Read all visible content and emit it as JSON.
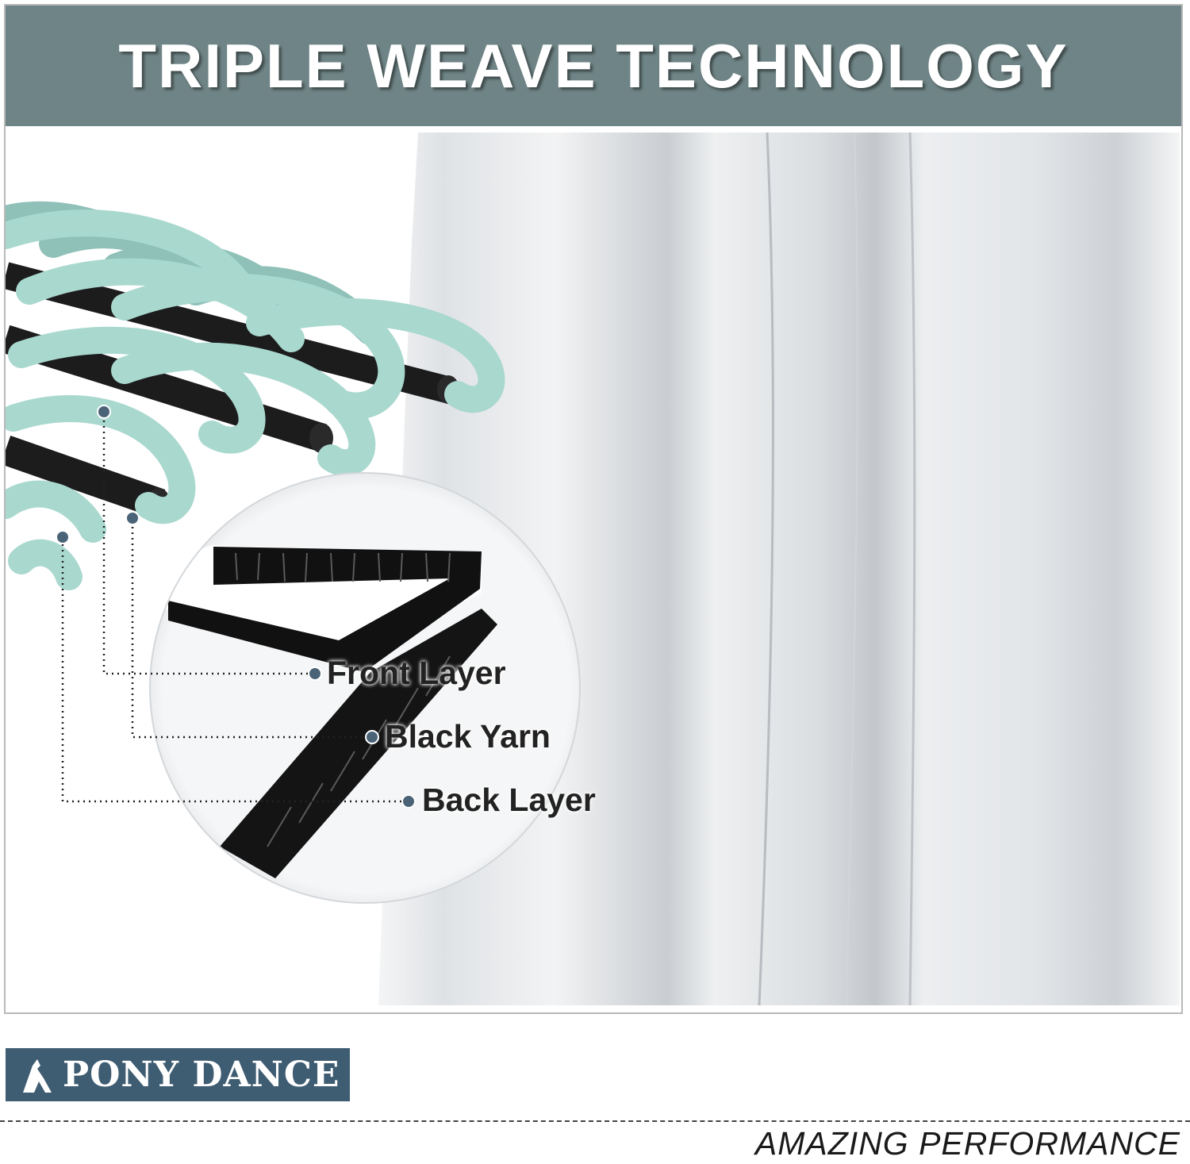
{
  "banner": {
    "title": "TRIPLE WEAVE TECHNOLOGY"
  },
  "callouts": {
    "front": "Front Layer",
    "black": "Black Yarn",
    "back": "Back Layer"
  },
  "brand": {
    "name": "PONY DANCE"
  },
  "footer": {
    "tagline": "AMAZING PERFORMANCE"
  },
  "colors": {
    "banner": "#6f8486",
    "weave_thread": "#a9d8cf",
    "yarn_core": "#1c1c1c",
    "curtain": "#e7e9ec",
    "logo_bg": "#3e5c72",
    "callout_dot": "#4a6377"
  }
}
